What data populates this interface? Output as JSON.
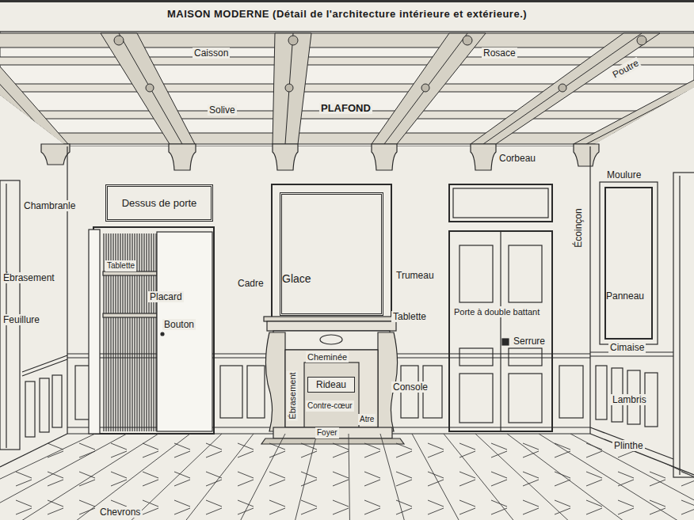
{
  "diagram": {
    "title": "MAISON MODERNE (Détail de l'architecture intérieure et extérieure.)",
    "nodes": [
      {
        "text": [
          "Dessus de porte"
        ]
      },
      {
        "text": [
          "Glace"
        ]
      },
      {
        "text": [
          "Rideau"
        ]
      },
      {
        "text": [
          "Panneau"
        ]
      }
    ],
    "labels": [
      "Caisson",
      "Rosace",
      "Poutre",
      "Solive",
      "PLAFOND",
      "Corbeau",
      "Chambranle",
      "Ébrasement",
      "Feuillure",
      "Tablette",
      "Placard",
      "Bouton",
      "Cadre",
      "Trumeau",
      "Tablette",
      "Cheminée",
      "Ébrasement",
      "Contre-cœur",
      "Atre",
      "Foyer",
      "Console",
      "Porte à double battant",
      "Serrure",
      "Écoinçon",
      "Moulure",
      "Cimaise",
      "Lambris",
      "Plinthe",
      "Chevrons"
    ]
  }
}
